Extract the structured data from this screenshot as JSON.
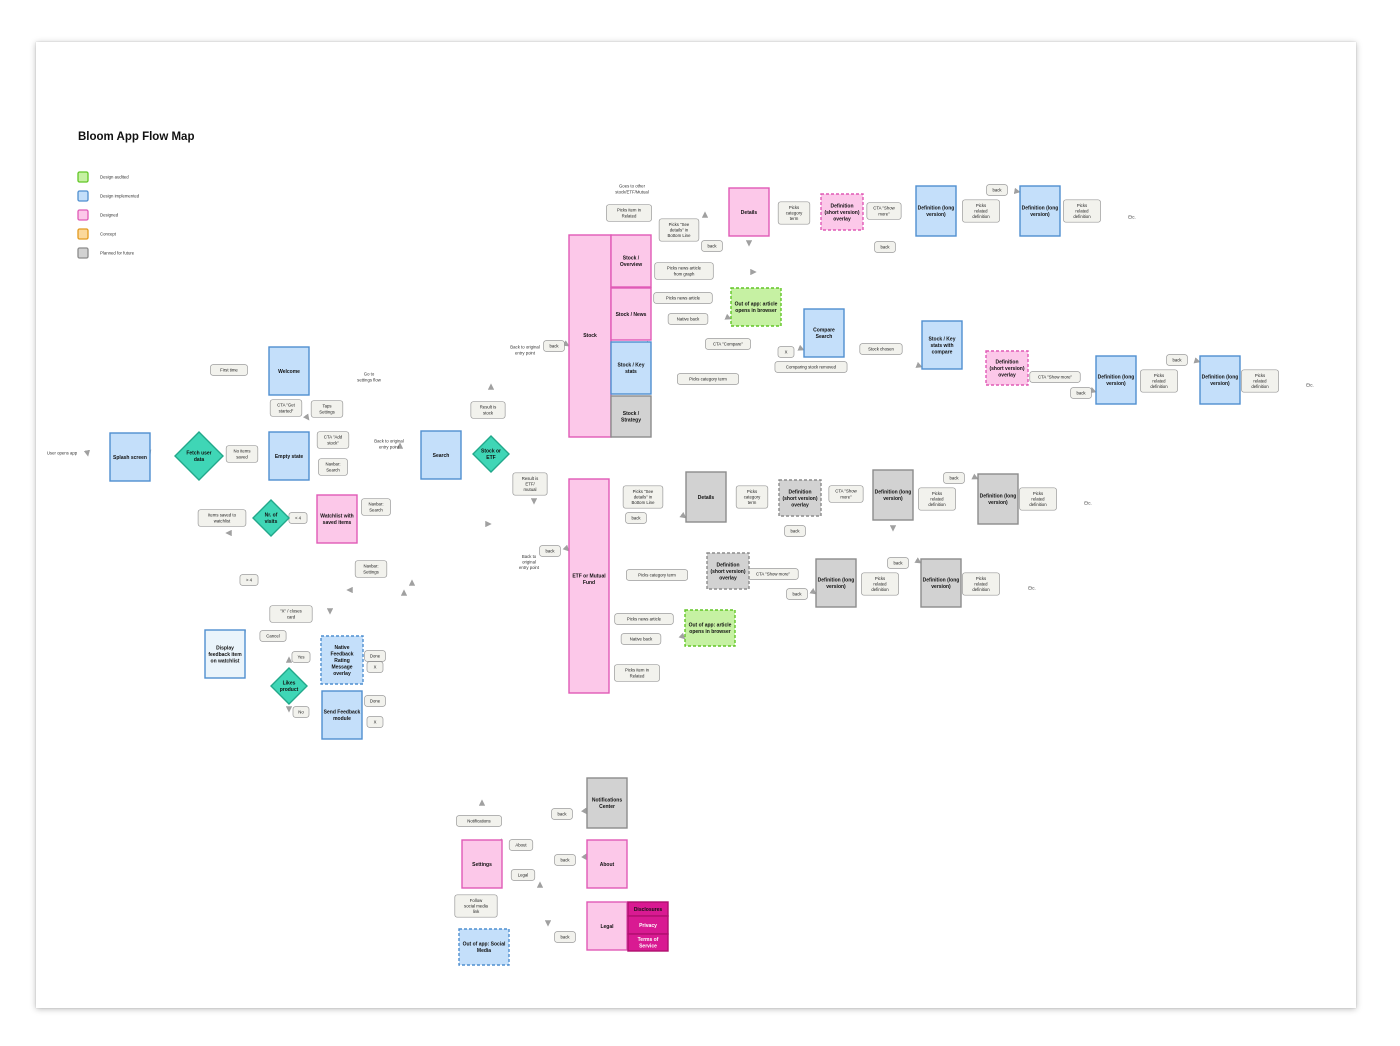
{
  "title": "Bloom App Flow Map",
  "colors": {
    "fill": {
      "green": "#c6f1a3",
      "blue": "#c4dffa",
      "pink": "#fcc8e9",
      "orange": "#fbd89c",
      "gray": "#d2d2d2",
      "teal": "#3fd6b6",
      "hot": "#d91a92",
      "white": "#eaf4fb"
    },
    "stroke": {
      "green": "#62c626",
      "blue": "#4f8fd0",
      "pink": "#e05ab6",
      "orange": "#e39a1f",
      "gray": "#8c8c8c",
      "teal": "#22a88b",
      "hot": "#b0106f",
      "white": "#4f8fd0"
    }
  },
  "legend": [
    {
      "color": "green",
      "label": "Design audited"
    },
    {
      "color": "blue",
      "label": "Design implemented"
    },
    {
      "color": "pink",
      "label": "Designed"
    },
    {
      "color": "orange",
      "label": "Concept"
    },
    {
      "color": "gray",
      "label": "Planned for future"
    }
  ],
  "nodes": [
    {
      "id": "user_opens",
      "shape": "text",
      "lines": [
        "User opens app"
      ]
    },
    {
      "id": "splash",
      "shape": "rect",
      "color": "blue",
      "lines": [
        "Splash screen"
      ]
    },
    {
      "id": "fetch",
      "shape": "diamond",
      "color": "teal",
      "lines": [
        "Fetch user",
        "data"
      ]
    },
    {
      "id": "welcome",
      "shape": "rect",
      "color": "blue",
      "lines": [
        "Welcome"
      ]
    },
    {
      "id": "empty",
      "shape": "rect",
      "color": "blue",
      "lines": [
        "Empty state"
      ]
    },
    {
      "id": "go_settings",
      "shape": "text",
      "lines": [
        "Go to",
        "settings flow"
      ]
    },
    {
      "id": "nr_visits",
      "shape": "diamond",
      "color": "teal",
      "lines": [
        "Nr. of",
        "visits"
      ]
    },
    {
      "id": "watchlist",
      "shape": "rect",
      "color": "pink",
      "lines": [
        "Watchlist with",
        "saved items"
      ]
    },
    {
      "id": "back_orig1",
      "shape": "text",
      "lines": [
        "Back to original",
        "entry point"
      ]
    },
    {
      "id": "search",
      "shape": "rect",
      "color": "blue",
      "lines": [
        "Search"
      ]
    },
    {
      "id": "stock_etf",
      "shape": "diamond",
      "color": "teal",
      "lines": [
        "Stock or",
        "ETF"
      ]
    },
    {
      "id": "goto_other",
      "shape": "text",
      "lines": [
        "Goes to other",
        "stock/ETF/Mutual"
      ]
    },
    {
      "id": "back_orig2",
      "shape": "text",
      "lines": [
        "Back to original",
        "entry point"
      ]
    },
    {
      "id": "stock",
      "shape": "rect",
      "color": "pink",
      "lines": [
        "Stock"
      ]
    },
    {
      "id": "stock_overview",
      "shape": "rect",
      "color": "pink",
      "lines": [
        "Stock /",
        "Overview"
      ]
    },
    {
      "id": "stock_news",
      "shape": "rect",
      "color": "pink",
      "lines": [
        "Stock / News"
      ]
    },
    {
      "id": "stock_keystats",
      "shape": "rect",
      "color": "blue",
      "lines": [
        "Stock / Key",
        "stats"
      ]
    },
    {
      "id": "stock_strategy",
      "shape": "rect",
      "color": "gray",
      "lines": [
        "Stock /",
        "Strategy"
      ]
    },
    {
      "id": "details1",
      "shape": "rect",
      "color": "pink",
      "lines": [
        "Details"
      ]
    },
    {
      "id": "def_short1",
      "shape": "rect",
      "color": "pink",
      "dashed": true,
      "lines": [
        "Definition",
        "(short version)",
        "overlay"
      ]
    },
    {
      "id": "def_long1",
      "shape": "rect",
      "color": "blue",
      "lines": [
        "Definition (long",
        "version)"
      ]
    },
    {
      "id": "def_long1b",
      "shape": "rect",
      "color": "blue",
      "lines": [
        "Definition (long",
        "version)"
      ]
    },
    {
      "id": "etc1",
      "shape": "text",
      "lines": [
        "Etc."
      ]
    },
    {
      "id": "oa_browser1",
      "shape": "rect",
      "color": "green",
      "dashed": true,
      "lines": [
        "Out of app: article",
        "opens in browser"
      ]
    },
    {
      "id": "compare_search",
      "shape": "rect",
      "color": "blue",
      "lines": [
        "Compare",
        "Search"
      ]
    },
    {
      "id": "keystats_compare",
      "shape": "rect",
      "color": "blue",
      "lines": [
        "Stock / Key",
        "stats with",
        "compare"
      ]
    },
    {
      "id": "def_short2",
      "shape": "rect",
      "color": "pink",
      "dashed": true,
      "lines": [
        "Definition",
        "(short version)",
        "overlay"
      ]
    },
    {
      "id": "def_long2",
      "shape": "rect",
      "color": "blue",
      "lines": [
        "Definition (long",
        "version)"
      ]
    },
    {
      "id": "def_long2b",
      "shape": "rect",
      "color": "blue",
      "lines": [
        "Definition (long",
        "version)"
      ]
    },
    {
      "id": "etc2",
      "shape": "text",
      "lines": [
        "Etc."
      ]
    },
    {
      "id": "back_orig3",
      "shape": "text",
      "lines": [
        "Back to",
        "original",
        "entry point"
      ]
    },
    {
      "id": "etf",
      "shape": "rect",
      "color": "pink",
      "lines": [
        "ETF or Mutual",
        "Fund"
      ]
    },
    {
      "id": "details2",
      "shape": "rect",
      "color": "gray",
      "lines": [
        "Details"
      ]
    },
    {
      "id": "def_short3",
      "shape": "rect",
      "color": "gray",
      "dashed": true,
      "lines": [
        "Definition",
        "(short version)",
        "overlay"
      ]
    },
    {
      "id": "def_long3",
      "shape": "rect",
      "color": "gray",
      "lines": [
        "Definition (long",
        "version)"
      ]
    },
    {
      "id": "def_long3b",
      "shape": "rect",
      "color": "gray",
      "lines": [
        "Definition (long",
        "version)"
      ]
    },
    {
      "id": "etc3",
      "shape": "text",
      "lines": [
        "Etc."
      ]
    },
    {
      "id": "def_short4",
      "shape": "rect",
      "color": "gray",
      "dashed": true,
      "lines": [
        "Definition",
        "(short version)",
        "overlay"
      ]
    },
    {
      "id": "def_long4",
      "shape": "rect",
      "color": "gray",
      "lines": [
        "Definition (long",
        "version)"
      ]
    },
    {
      "id": "def_long4b",
      "shape": "rect",
      "color": "gray",
      "lines": [
        "Definition (long",
        "version)"
      ]
    },
    {
      "id": "etc4",
      "shape": "text",
      "lines": [
        "Etc."
      ]
    },
    {
      "id": "oa_browser2",
      "shape": "rect",
      "color": "green",
      "dashed": true,
      "lines": [
        "Out of app: article",
        "opens in browser"
      ]
    },
    {
      "id": "display_feedback",
      "shape": "rect",
      "color": "white",
      "lines": [
        "Display",
        "feedback item",
        "on watchlist"
      ]
    },
    {
      "id": "likes",
      "shape": "diamond",
      "color": "teal",
      "lines": [
        "Likes",
        "product"
      ]
    },
    {
      "id": "native_fb",
      "shape": "rect",
      "color": "blue",
      "dashed": true,
      "lines": [
        "Native",
        "Feedback",
        "Rating",
        "Message",
        "overlay"
      ]
    },
    {
      "id": "send_fb",
      "shape": "rect",
      "color": "blue",
      "lines": [
        "Send Feedback",
        "module"
      ]
    },
    {
      "id": "notif",
      "shape": "rect",
      "color": "gray",
      "lines": [
        "Notifications",
        "Center"
      ]
    },
    {
      "id": "settings",
      "shape": "rect",
      "color": "pink",
      "lines": [
        "Settings"
      ]
    },
    {
      "id": "about",
      "shape": "rect",
      "color": "pink",
      "lines": [
        "About"
      ]
    },
    {
      "id": "legal",
      "shape": "rect",
      "color": "pink",
      "lines": [
        "Legal"
      ]
    },
    {
      "id": "disclosures",
      "shape": "rect",
      "color": "hot",
      "lines": [
        "Disclosures"
      ]
    },
    {
      "id": "privacy",
      "shape": "rect",
      "color": "hot",
      "lines": [
        "Privacy"
      ]
    },
    {
      "id": "terms",
      "shape": "rect",
      "color": "hot",
      "lines": [
        "Terms of",
        "Service"
      ]
    },
    {
      "id": "oa_social",
      "shape": "rect",
      "color": "blue",
      "dashed": true,
      "lines": [
        "Out of app: Social",
        "Media"
      ]
    }
  ],
  "labels": [
    {
      "id": "lb_first",
      "lines": [
        "First time"
      ]
    },
    {
      "id": "lb_getstarted",
      "lines": [
        "CTA \"Get",
        "started\""
      ]
    },
    {
      "id": "lb_noitems",
      "lines": [
        "No items",
        "saved"
      ]
    },
    {
      "id": "lb_taps_settings",
      "lines": [
        "Taps",
        "Settings"
      ]
    },
    {
      "id": "lb_ctaadd",
      "lines": [
        "CTA \"Add",
        "stock\""
      ]
    },
    {
      "id": "lb_navsearch1",
      "lines": [
        "Navbar:",
        "Search"
      ]
    },
    {
      "id": "lb_itemssaved",
      "lines": [
        "Items saved to",
        "watchlist"
      ]
    },
    {
      "id": "lb_lt4",
      "lines": [
        "< 4"
      ]
    },
    {
      "id": "lb_gt4",
      "lines": [
        "> 4"
      ]
    },
    {
      "id": "lb_navsearch2",
      "lines": [
        "Navbar:",
        "Search"
      ]
    },
    {
      "id": "lb_result_stock",
      "lines": [
        "Result is",
        "stock"
      ]
    },
    {
      "id": "lb_result_etf",
      "lines": [
        "Result is",
        "ETF/",
        "mutual"
      ]
    },
    {
      "id": "lb_back_stock",
      "lines": [
        "back"
      ]
    },
    {
      "id": "lb_back_etf",
      "lines": [
        "back"
      ]
    },
    {
      "id": "lb_picks_related",
      "lines": [
        "Picks item in",
        "Related"
      ]
    },
    {
      "id": "lb_see_details1",
      "lines": [
        "Picks \"See",
        "details\" in",
        "Bottom Line"
      ]
    },
    {
      "id": "lb_back_det1",
      "lines": [
        "back"
      ]
    },
    {
      "id": "lb_cat1",
      "lines": [
        "Picks",
        "category",
        "term"
      ]
    },
    {
      "id": "lb_show_more1",
      "lines": [
        "CTA \"Show",
        "more\""
      ]
    },
    {
      "id": "lb_back_top1",
      "lines": [
        "back"
      ]
    },
    {
      "id": "lb_back_top2",
      "lines": [
        "back"
      ]
    },
    {
      "id": "lb_related1",
      "lines": [
        "Picks",
        "related",
        "definition"
      ]
    },
    {
      "id": "lb_related1b",
      "lines": [
        "Picks",
        "related",
        "definition"
      ]
    },
    {
      "id": "lb_news_graph",
      "lines": [
        "Picks news article",
        "from graph"
      ]
    },
    {
      "id": "lb_news_art1",
      "lines": [
        "Picks news article"
      ]
    },
    {
      "id": "lb_native_back1",
      "lines": [
        "Native back"
      ]
    },
    {
      "id": "lb_cta_compare",
      "lines": [
        "CTA \"Compare\""
      ]
    },
    {
      "id": "lb_x",
      "lines": [
        "X"
      ]
    },
    {
      "id": "lb_stock_chosen",
      "lines": [
        "Stock chosen"
      ]
    },
    {
      "id": "lb_comparing_removed",
      "lines": [
        "Comparing stock removed"
      ]
    },
    {
      "id": "lb_cat2",
      "lines": [
        "Picks category term"
      ]
    },
    {
      "id": "lb_show_more2",
      "lines": [
        "CTA \"Show more\""
      ]
    },
    {
      "id": "lb_back_ks1",
      "lines": [
        "back"
      ]
    },
    {
      "id": "lb_back_ks2",
      "lines": [
        "back"
      ]
    },
    {
      "id": "lb_related2",
      "lines": [
        "Picks",
        "related",
        "definition"
      ]
    },
    {
      "id": "lb_related2b",
      "lines": [
        "Picks",
        "related",
        "definition"
      ]
    },
    {
      "id": "lb_see_details2",
      "lines": [
        "Picks \"See",
        "details\" in",
        "Bottom Line"
      ]
    },
    {
      "id": "lb_back_det2",
      "lines": [
        "back"
      ]
    },
    {
      "id": "lb_cat3",
      "lines": [
        "Picks",
        "category",
        "term"
      ]
    },
    {
      "id": "lb_show_more3",
      "lines": [
        "CTA \"Show",
        "more\""
      ]
    },
    {
      "id": "lb_back_e1",
      "lines": [
        "back"
      ]
    },
    {
      "id": "lb_back_e2",
      "lines": [
        "back"
      ]
    },
    {
      "id": "lb_related3",
      "lines": [
        "Picks",
        "related",
        "definition"
      ]
    },
    {
      "id": "lb_related3b",
      "lines": [
        "Picks",
        "related",
        "definition"
      ]
    },
    {
      "id": "lb_cat4",
      "lines": [
        "Picks category term"
      ]
    },
    {
      "id": "lb_show_more4",
      "lines": [
        "CTA \"Show more\""
      ]
    },
    {
      "id": "lb_back_e3",
      "lines": [
        "back"
      ]
    },
    {
      "id": "lb_back_e4",
      "lines": [
        "back"
      ]
    },
    {
      "id": "lb_related4",
      "lines": [
        "Picks",
        "related",
        "definition"
      ]
    },
    {
      "id": "lb_related4b",
      "lines": [
        "Picks",
        "related",
        "definition"
      ]
    },
    {
      "id": "lb_news_art2",
      "lines": [
        "Picks news article"
      ]
    },
    {
      "id": "lb_native_back2",
      "lines": [
        "Native back"
      ]
    },
    {
      "id": "lb_picks_related2",
      "lines": [
        "Picks item in",
        "Related"
      ]
    },
    {
      "id": "lb_close_card",
      "lines": [
        "\"X\" / closes",
        "card"
      ]
    },
    {
      "id": "lb_cancel",
      "lines": [
        "Cancel"
      ]
    },
    {
      "id": "lb_yes",
      "lines": [
        "Yes"
      ]
    },
    {
      "id": "lb_no",
      "lines": [
        "No"
      ]
    },
    {
      "id": "lb_done1",
      "lines": [
        "Done"
      ]
    },
    {
      "id": "lb_x2",
      "lines": [
        "X"
      ]
    },
    {
      "id": "lb_done2",
      "lines": [
        "Done"
      ]
    },
    {
      "id": "lb_x3",
      "lines": [
        "X"
      ]
    },
    {
      "id": "lb_navbar_settings",
      "lines": [
        "Navbar:",
        "Settings"
      ]
    },
    {
      "id": "lb_notifications",
      "lines": [
        "Notifications"
      ]
    },
    {
      "id": "lb_back_notif",
      "lines": [
        "back"
      ]
    },
    {
      "id": "lb_about",
      "lines": [
        "About"
      ]
    },
    {
      "id": "lb_back_about",
      "lines": [
        "back"
      ]
    },
    {
      "id": "lb_legal",
      "lines": [
        "Legal"
      ]
    },
    {
      "id": "lb_back_legal",
      "lines": [
        "back"
      ]
    },
    {
      "id": "lb_follow",
      "lines": [
        "Follow",
        "social media",
        "link"
      ]
    }
  ]
}
